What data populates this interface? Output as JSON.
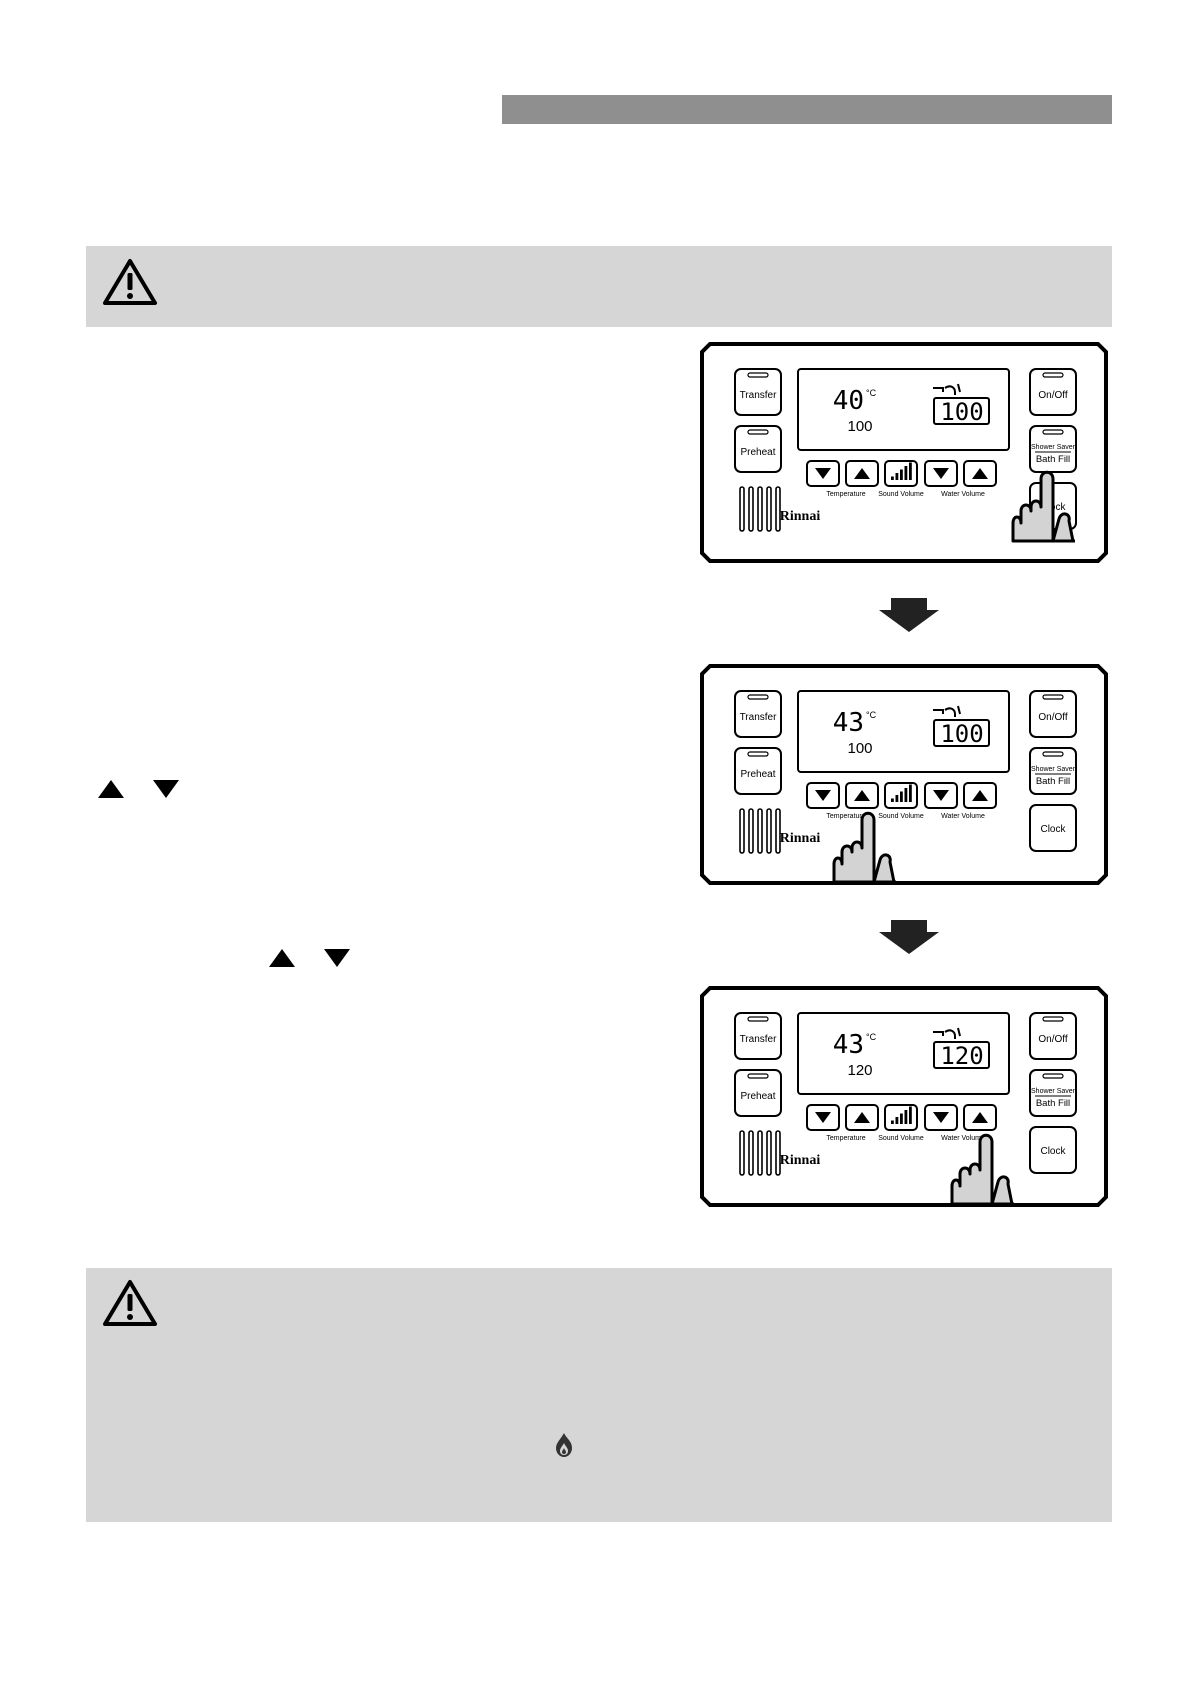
{
  "colors": {
    "header_bar": "#8f8f8f",
    "warning_background": "#d6d6d6",
    "hand_fill": "#d3d3d3"
  },
  "icons": {
    "warning": "warning-triangle-icon",
    "flame": "flame-icon",
    "up": "up-triangle-icon",
    "down": "down-triangle-icon",
    "step_arrow": "arrow-down-icon"
  },
  "panels": [
    {
      "temperature": "40",
      "temp_unit": "°C",
      "volume_small": "100",
      "volume_lcd": "100",
      "pressed": "bath-fill"
    },
    {
      "temperature": "43",
      "temp_unit": "°C",
      "volume_small": "100",
      "volume_lcd": "100",
      "pressed": "temperature-up"
    },
    {
      "temperature": "43",
      "temp_unit": "°C",
      "volume_small": "120",
      "volume_lcd": "120",
      "pressed": "water-volume-up"
    }
  ],
  "controller": {
    "brand": "Rinnai",
    "transfer": "Transfer",
    "preheat": "Preheat",
    "on_off": "On/Off",
    "shower_saver": "Shower Saver",
    "bath_fill": "Bath Fill",
    "clock": "Clock",
    "temperature": "Temperature",
    "sound_volume": "Sound Volume",
    "water_volume": "Water Volume"
  }
}
